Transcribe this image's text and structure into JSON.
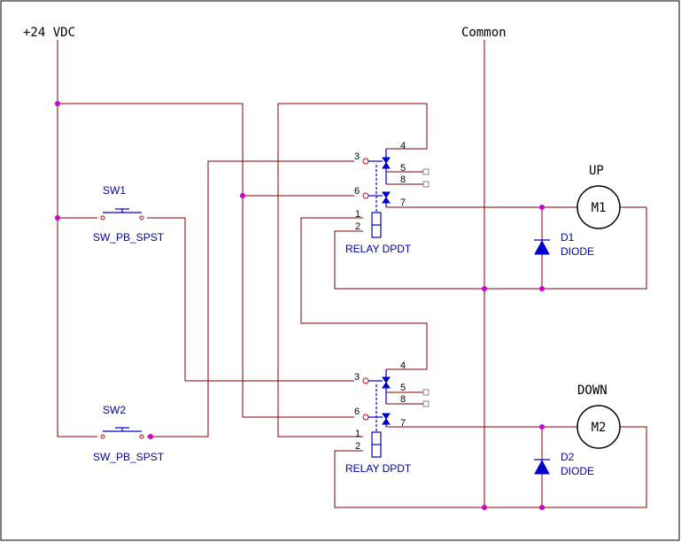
{
  "labels": {
    "supply": "+24 VDC",
    "common": "Common",
    "up": "UP",
    "down": "DOWN"
  },
  "switches": [
    {
      "ref": "SW1",
      "value": "SW_PB_SPST"
    },
    {
      "ref": "SW2",
      "value": "SW_PB_SPST"
    }
  ],
  "relays": [
    {
      "value": "RELAY DPDT",
      "pins": [
        "1",
        "2",
        "3",
        "4",
        "5",
        "6",
        "7",
        "8"
      ]
    },
    {
      "value": "RELAY DPDT",
      "pins": [
        "1",
        "2",
        "3",
        "4",
        "5",
        "6",
        "7",
        "8"
      ]
    }
  ],
  "motors": [
    {
      "ref": "M1"
    },
    {
      "ref": "M2"
    }
  ],
  "diodes": [
    {
      "ref": "D1",
      "value": "DIODE"
    },
    {
      "ref": "D2",
      "value": "DIODE"
    }
  ],
  "colors": {
    "wire": "#800000",
    "symbol": "#0000cc",
    "junction": "#cc00cc",
    "text": "#000000",
    "ref_text": "#0000aa"
  }
}
